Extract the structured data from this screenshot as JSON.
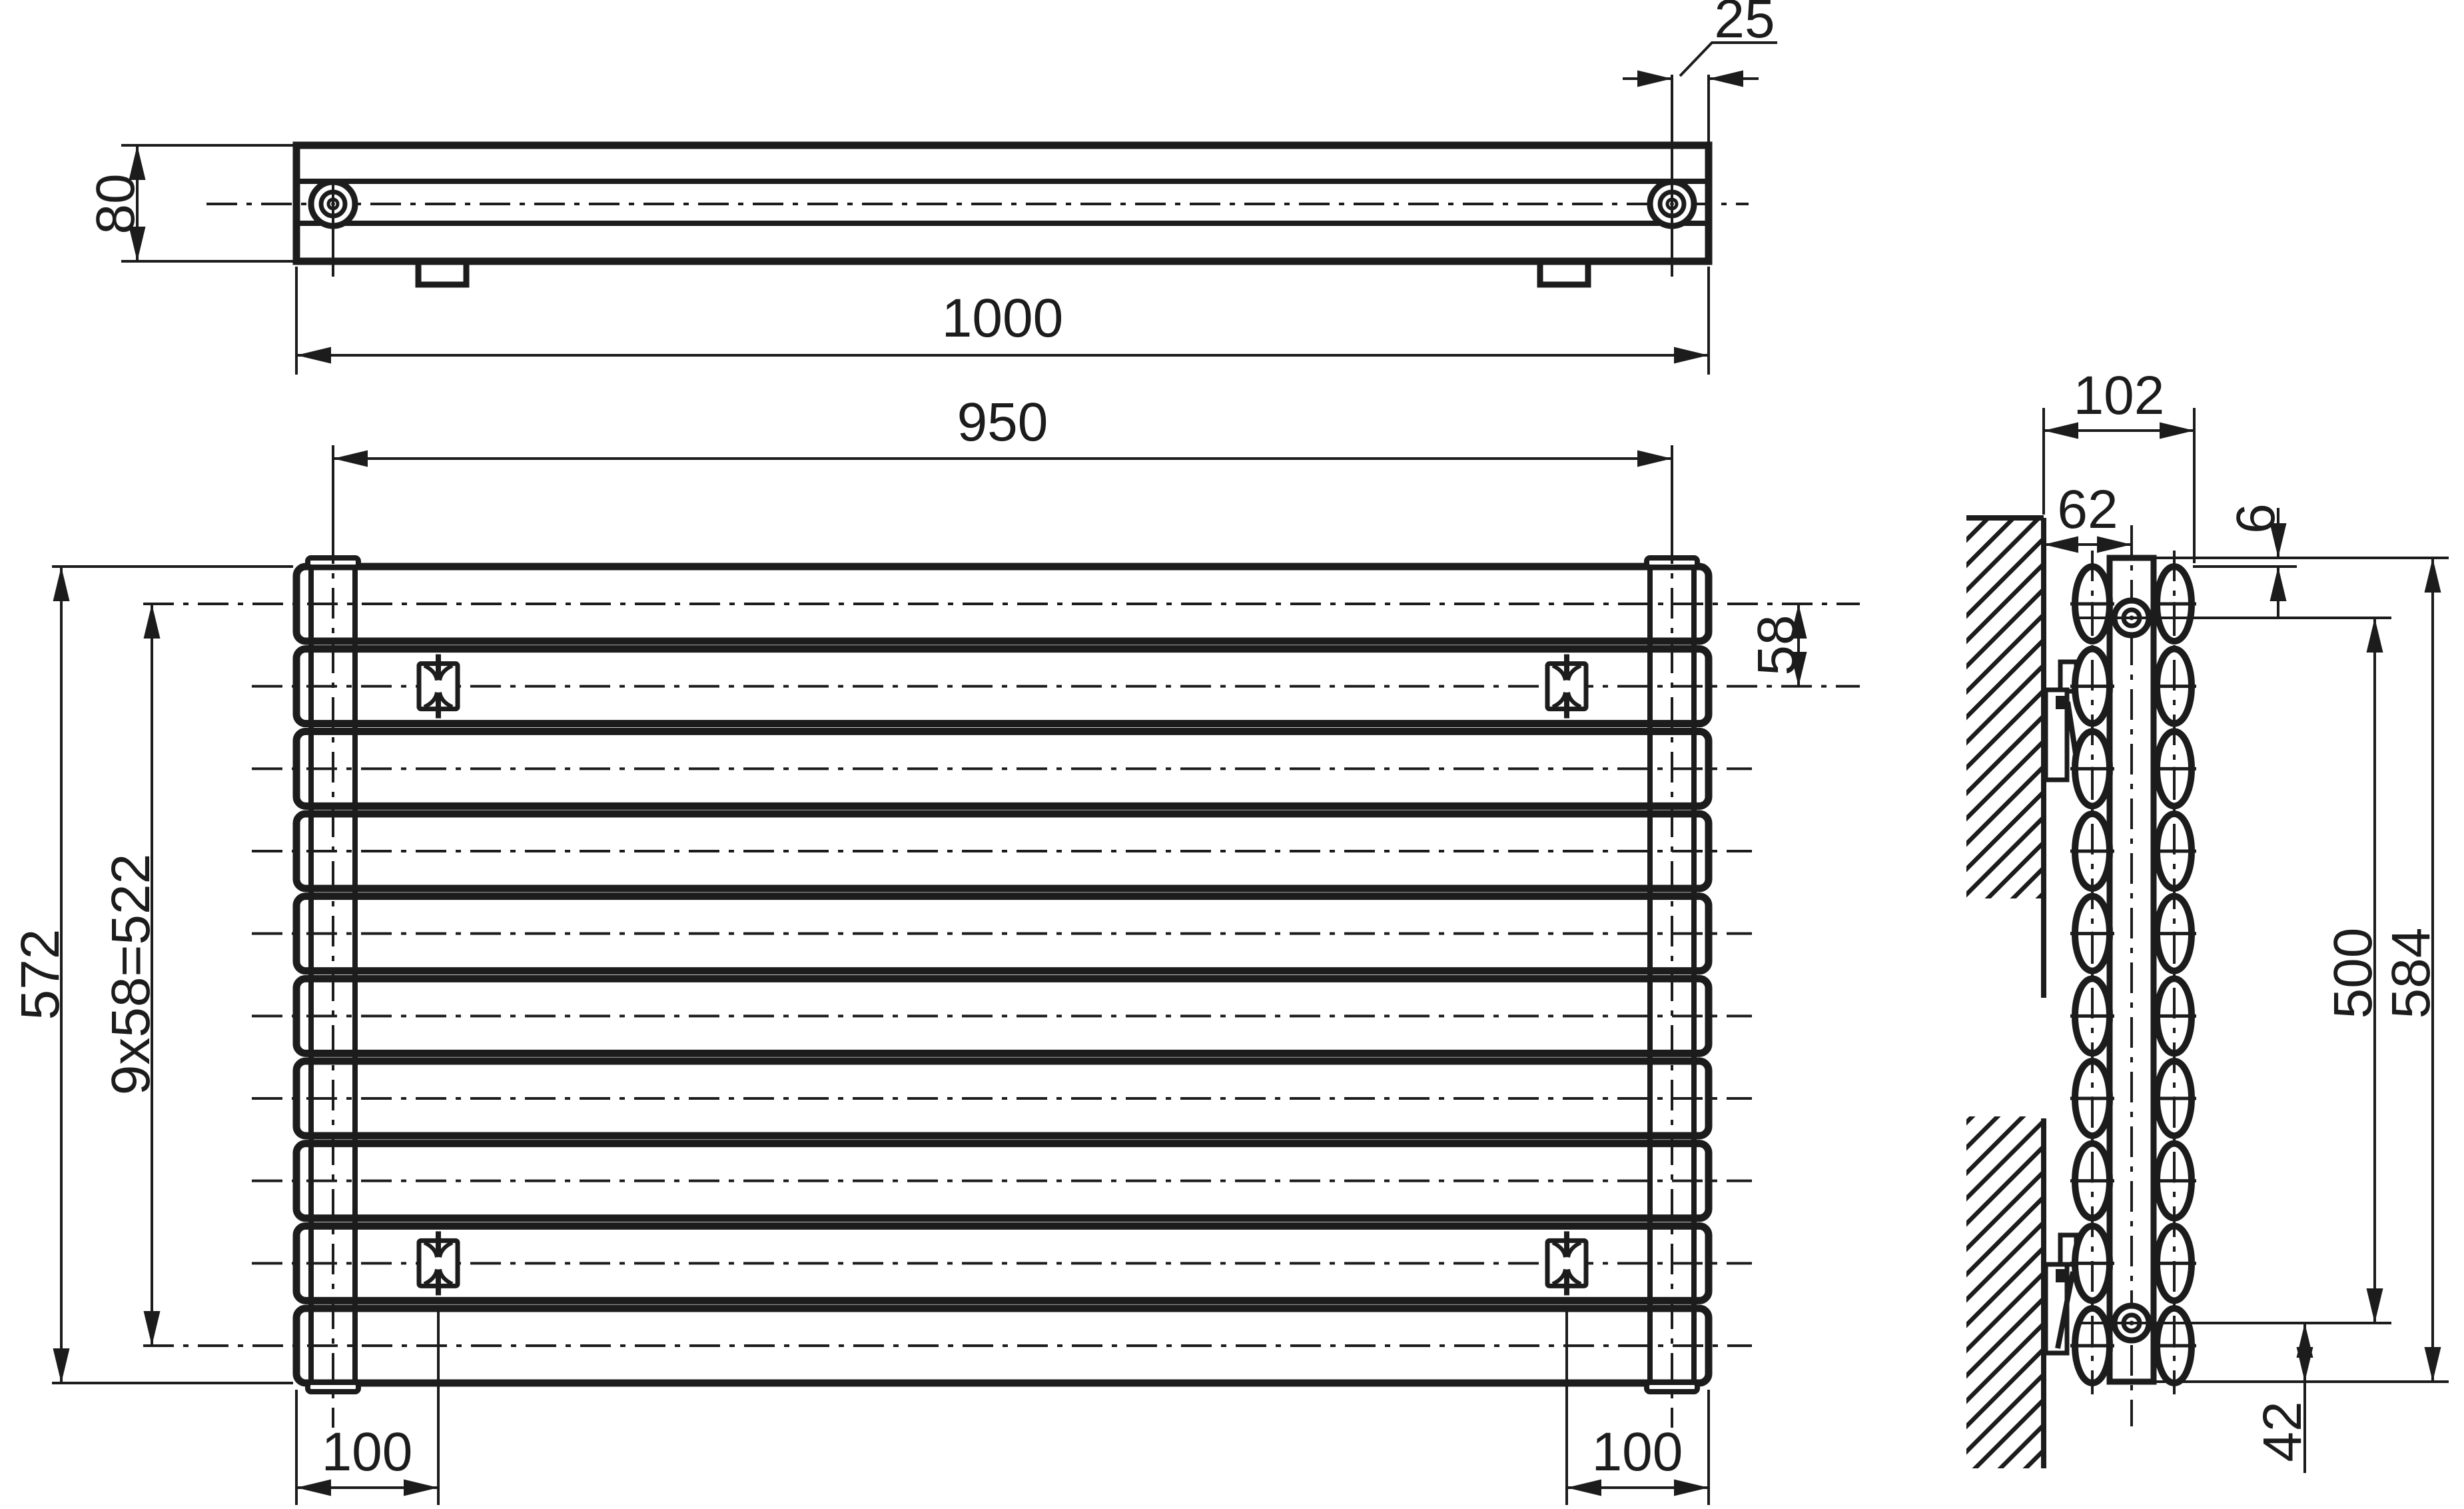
{
  "dims": {
    "top": {
      "depth": "80",
      "length": "1000",
      "end_offset": "25"
    },
    "front": {
      "connection_span": "950",
      "height": "572",
      "pitch_total": "9x58=522",
      "pitch": "58",
      "bracket_offset_left": "100",
      "bracket_offset_right": "100"
    },
    "side": {
      "depth": "102",
      "wall_to_axis": "62",
      "collector_stub": "6",
      "connection_span": "500",
      "height_total": "584",
      "bottom_offset": "42"
    }
  },
  "geometry": {
    "tube_rows": 10,
    "tube_columns": 2,
    "colors": {
      "ink": "#1c1c1c",
      "paper": "#ffffff"
    }
  }
}
